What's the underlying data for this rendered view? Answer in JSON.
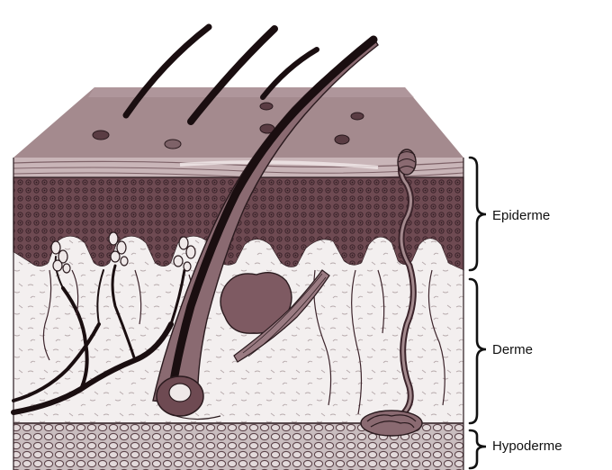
{
  "labels": {
    "epiderme": "Epiderme",
    "derme": "Derme",
    "hypoderme": "Hypoderme"
  },
  "colors": {
    "surface_top": "#a48a8e",
    "epidermis": "#6e4a52",
    "dermis": "#f2eeee",
    "hypodermis": "#b8a9ab",
    "ink": "#2a1a1e"
  }
}
